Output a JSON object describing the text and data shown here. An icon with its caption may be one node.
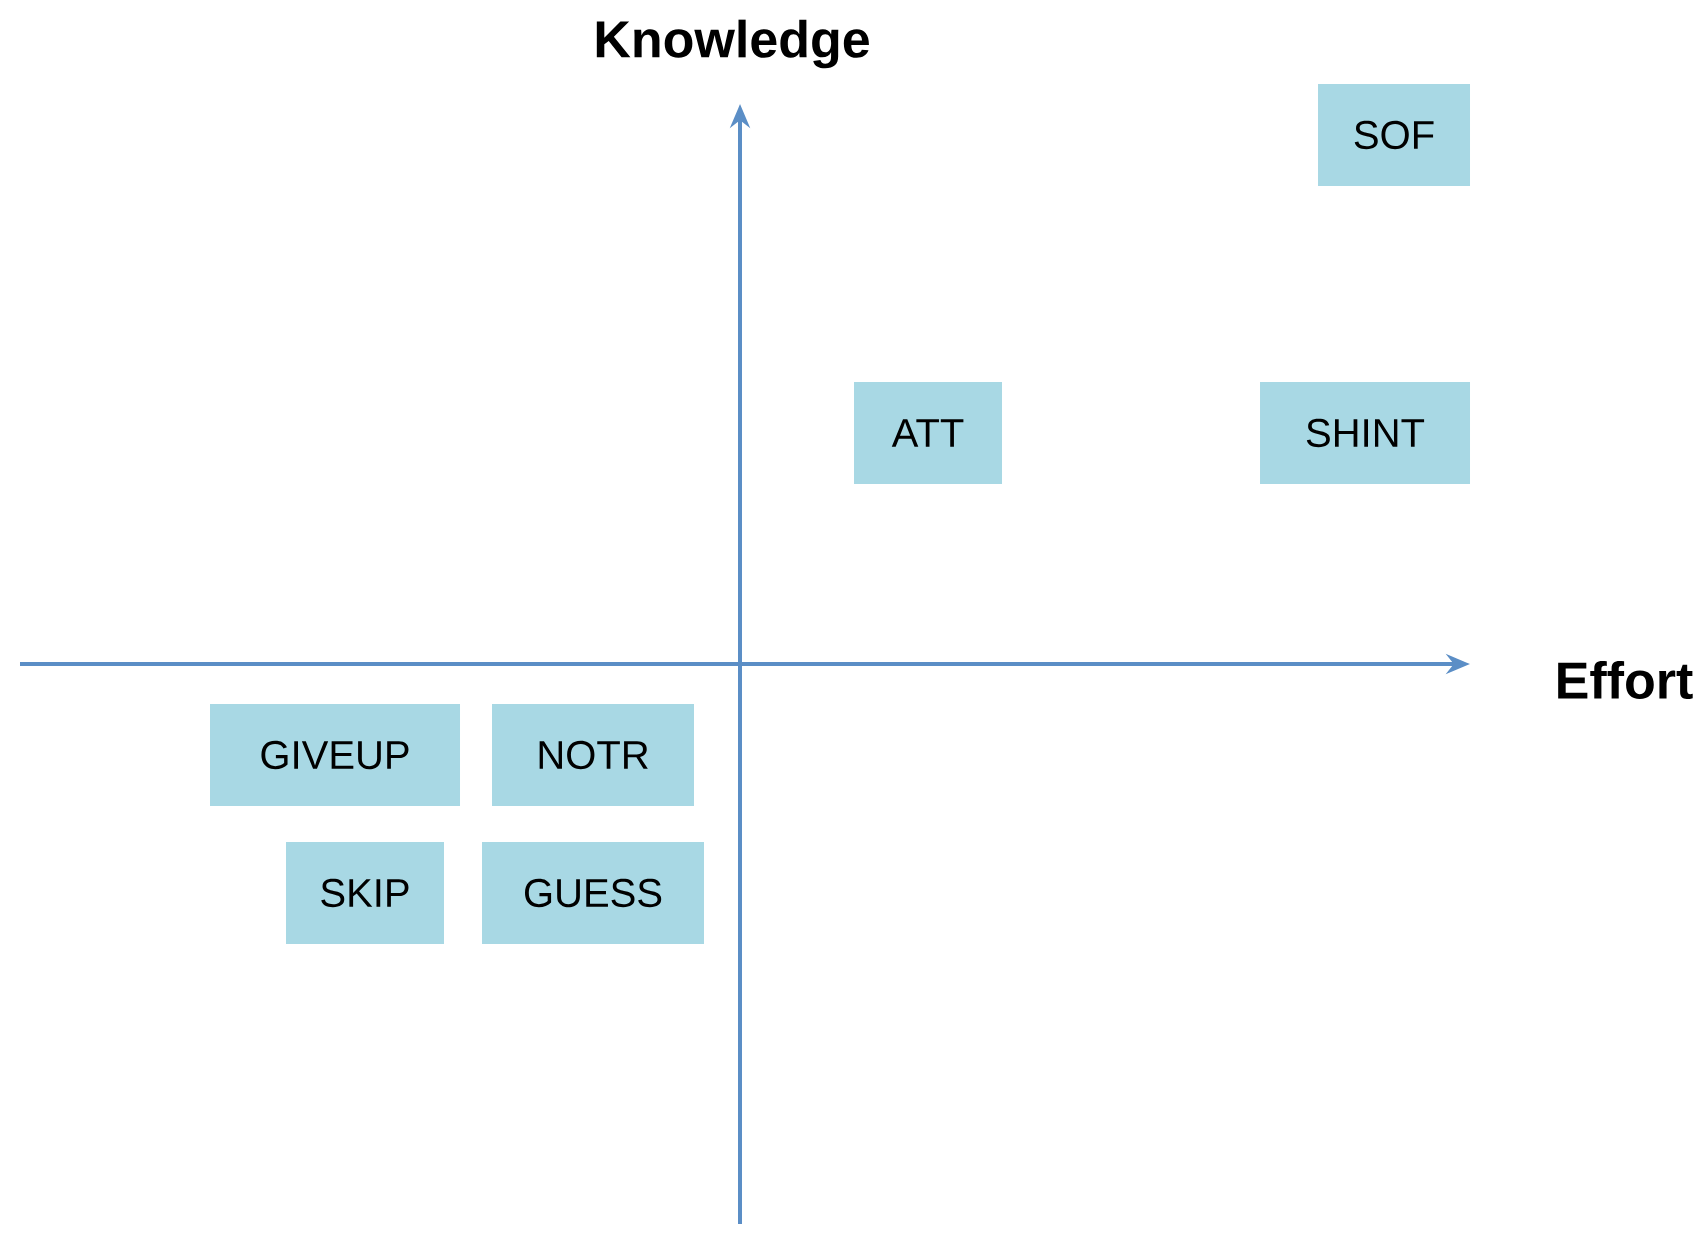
{
  "diagram": {
    "nodes": [
      {
        "text": [
          "SOF"
        ]
      },
      {
        "text": [
          "ATT"
        ]
      },
      {
        "text": [
          "SHINT"
        ]
      },
      {
        "text": [
          "GIVEUP"
        ]
      },
      {
        "text": [
          "NOTR"
        ]
      },
      {
        "text": [
          "SKIP"
        ]
      },
      {
        "text": [
          "GUESS"
        ]
      }
    ],
    "labels": [
      "Knowledge",
      "Effort"
    ]
  }
}
